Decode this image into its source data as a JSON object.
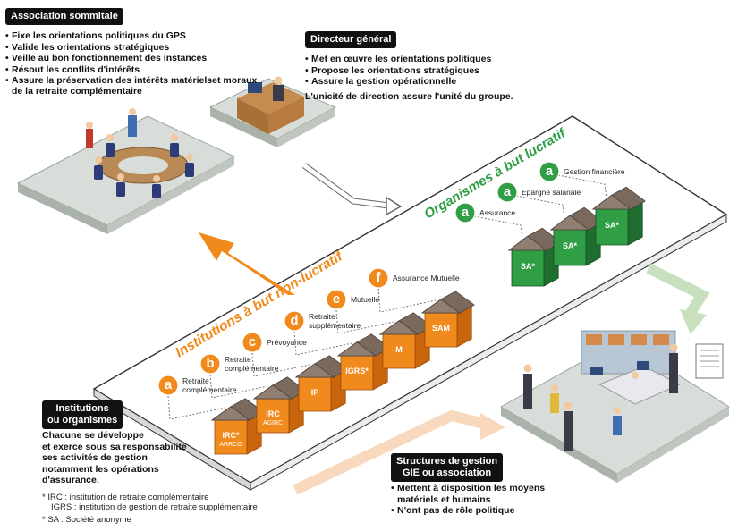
{
  "association": {
    "title": "Association sommitale",
    "items": [
      "Fixe les orientations politiques du GPS",
      "Valide les orientations stratégiques",
      "Veille au bon fonctionnement des instances",
      "Résout les conflits d'intérêts",
      "Assure la préservation des intérêts matérielset moraux",
      "de la retraite complémentaire"
    ]
  },
  "directeur": {
    "title": "Directeur général",
    "items": [
      "Met en œuvre les orientations politiques",
      "Propose les orientations stratégiques",
      "Assure la gestion opérationnelle"
    ],
    "note": "L'unicité de direction assure l'unité du groupe."
  },
  "institutions": {
    "title_line1": "Institutions",
    "title_line2": "ou organismes",
    "text": [
      "Chacune se développe",
      "et exerce sous sa responsabilité",
      "ses activités de gestion",
      "notamment les opérations",
      "d'assurance."
    ]
  },
  "footnotes": [
    "* IRC : institution de retraite complémentaire",
    "IGRS : institution de gestion de retraite supplémentaire",
    "* SA : Société anonyme"
  ],
  "structures": {
    "title_line1": "Structures de gestion",
    "title_line2": "GIE ou association",
    "items": [
      "Mettent à disposition les moyens",
      "matériels et humains",
      "N'ont pas de rôle politique"
    ]
  },
  "non_lucratif": {
    "heading": "Institutions à but non-lucratif",
    "entities": [
      {
        "letter": "a",
        "label": [
          "Retraite",
          "complémentaire"
        ],
        "house": [
          "IRC*",
          "ARRCO"
        ]
      },
      {
        "letter": "b",
        "label": [
          "Retraite",
          "complémentaire"
        ],
        "house": [
          "IRC",
          "AGIRC"
        ]
      },
      {
        "letter": "c",
        "label": [
          "Prévoyance"
        ],
        "house": [
          "IP"
        ]
      },
      {
        "letter": "d",
        "label": [
          "Retraite",
          "supplémentaire"
        ],
        "house": [
          "IGRS*"
        ]
      },
      {
        "letter": "e",
        "label": [
          "Mutuelle"
        ],
        "house": [
          "M"
        ]
      },
      {
        "letter": "f",
        "label": [
          "Assurance Mutuelle"
        ],
        "house": [
          "SAM"
        ]
      }
    ]
  },
  "lucratif": {
    "heading": "Organismes à but lucratif",
    "entities": [
      {
        "letter": "a",
        "label": [
          "Assurance"
        ],
        "house": [
          "SA*"
        ]
      },
      {
        "letter": "a",
        "label": [
          "Epargne salariale"
        ],
        "house": [
          "SA*"
        ]
      },
      {
        "letter": "a",
        "label": [
          "Gestion financière"
        ],
        "house": [
          "SA*"
        ]
      }
    ]
  },
  "colors": {
    "orange": "#f08a1c",
    "orange_dark": "#c9650c",
    "green": "#2f9e45",
    "green_dark": "#1f6e2f",
    "roof": "#7a6a5e"
  }
}
